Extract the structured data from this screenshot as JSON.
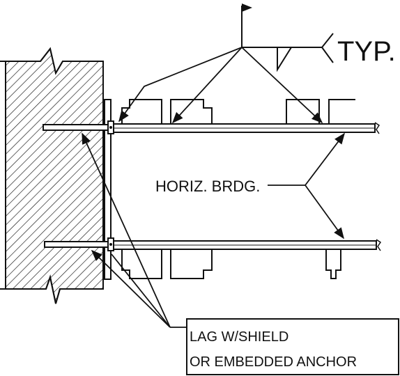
{
  "labels": {
    "weld_typ": "TYP.",
    "horiz_bridging": "HORIZ. BRDG.",
    "anchor_line1": "LAG W/SHIELD",
    "anchor_line2": "OR EMBEDDED ANCHOR"
  },
  "colors": {
    "ink": "#111111",
    "paper": "#ffffff"
  }
}
